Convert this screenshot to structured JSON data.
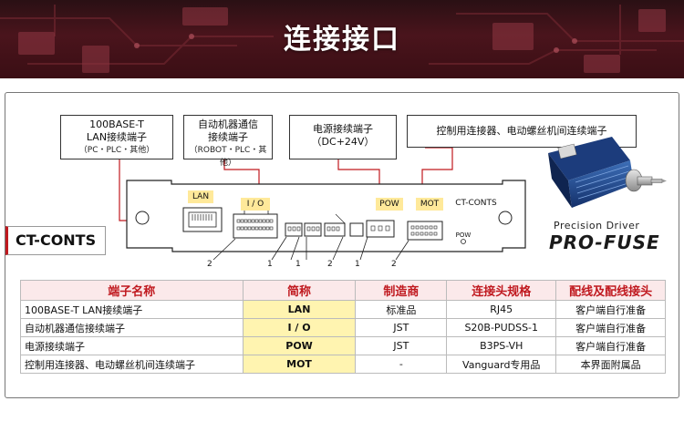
{
  "header": {
    "title": "连接接口"
  },
  "diagram": {
    "callouts": {
      "lan": {
        "line1": "100BASE-T",
        "line2": "LAN接续端子",
        "line3": "（PC・PLC・其他）"
      },
      "io": {
        "line1": "自动机器通信",
        "line2": "接续端子",
        "line3": "（ROBOT・PLC・其他）"
      },
      "pow": {
        "line1": "电源接续端子",
        "line2": "（DC+24V）"
      },
      "mot": {
        "line1": "控制用连接器、电动螺丝机间连续端子"
      }
    },
    "board_labels": {
      "lan": "LAN",
      "io": "I / O",
      "pow": "POW",
      "mot": "MOT",
      "model": "CT-CONTS",
      "pow_led": "POW"
    },
    "pin_numbers": [
      "2",
      "1",
      "1",
      "2",
      "1",
      "2"
    ],
    "model_label": "CT-CONTS",
    "product": {
      "caption": "Precision Driver",
      "brand": "PRO-FUSE"
    }
  },
  "table": {
    "headers": [
      "端子名称",
      "简称",
      "制造商",
      "连接头规格",
      "配线及配线接头"
    ],
    "rows": [
      [
        "100BASE-T LAN接续端子",
        "LAN",
        "标准品",
        "RJ45",
        "客户端自行准备"
      ],
      [
        "自动机器通信接续端子",
        "I / O",
        "JST",
        "S20B-PUDSS-1",
        "客户端自行准备"
      ],
      [
        "电源接续端子",
        "POW",
        "JST",
        "B3PS-VH",
        "客户端自行准备"
      ],
      [
        "控制用连接器、电动螺丝机间连续端子",
        "MOT",
        "-",
        "Vanguard专用品",
        "本界面附属品"
      ]
    ]
  },
  "colors": {
    "accent": "#c0191f",
    "banner": "#3a0e14",
    "highlight": "#fff4b0"
  }
}
